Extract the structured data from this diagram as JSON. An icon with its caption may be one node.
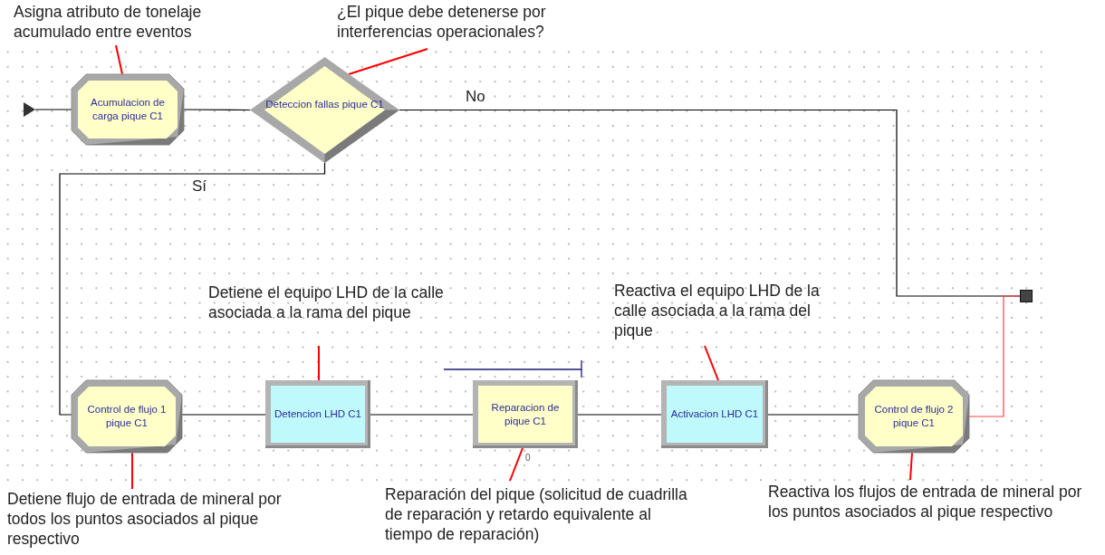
{
  "diagram": {
    "nodes": [
      {
        "text": [
          "Asigna atributo de tonelaje acumulado entre eventos"
        ]
      },
      {
        "text": [
          "¿El pique debe detenerse por interferencias operacionales?"
        ]
      },
      {
        "text": [],
        "shape": "triangle"
      },
      {
        "text": [
          "Acumulacion de carga pique C1"
        ]
      },
      {
        "text": [
          "Deteccion fallas pique C1"
        ]
      },
      {
        "text": [],
        "shape": "box"
      },
      {
        "text": [
          "Detiene el equipo LHD de la calle asociada a la rama del pique"
        ]
      },
      {
        "text": [
          "Reactiva el equipo LHD de la calle asociada a la rama del pique"
        ]
      },
      {
        "text": [
          "Control de flujo 1 pique C1"
        ]
      },
      {
        "text": [
          "Detencion LHD C1"
        ]
      },
      {
        "text": [
          "Reparacion de pique C1"
        ]
      },
      {
        "text": [
          "Activacion LHD C1"
        ]
      },
      {
        "text": [
          "Control de flujo 2 pique C1"
        ]
      },
      {
        "text": [
          "Detiene flujo de entrada de mineral por todos los puntos asociados al pique respectivo"
        ]
      },
      {
        "text": [
          "Reparación del pique (solicitud de cuadrilla de reparación y retardo equivalente al tiempo de reparación)"
        ]
      },
      {
        "text": [
          "Reactiva los flujos de entrada de mineral por los puntos asociados al pique respectivo"
        ]
      }
    ],
    "edges": [
      {
        "from": 2,
        "to": 3,
        "arrow": "none"
      },
      {
        "from": 3,
        "to": 4,
        "arrow": "none"
      },
      {
        "from": 4,
        "to": 5,
        "arrow": "none",
        "label": "No"
      },
      {
        "from": 4,
        "to": 8,
        "arrow": "none",
        "label": "Sí"
      },
      {
        "from": 8,
        "to": 9,
        "arrow": "none"
      },
      {
        "from": 9,
        "to": 10,
        "arrow": "none"
      },
      {
        "from": 10,
        "to": 11,
        "arrow": "none"
      },
      {
        "from": 11,
        "to": 12,
        "arrow": "none"
      },
      {
        "from": 12,
        "to": 5,
        "arrow": "none",
        "color": "#ff4040"
      },
      {
        "from": 0,
        "to": 3,
        "arrow": "none",
        "color": "#ff0000"
      },
      {
        "from": 1,
        "to": 4,
        "arrow": "none",
        "color": "#ff0000"
      },
      {
        "from": 6,
        "to": 9,
        "arrow": "none",
        "color": "#ff0000"
      },
      {
        "from": 7,
        "to": 11,
        "arrow": "none",
        "color": "#ff0000"
      },
      {
        "from": 13,
        "to": 8,
        "arrow": "none",
        "color": "#ff0000"
      },
      {
        "from": 14,
        "to": 10,
        "arrow": "none",
        "color": "#ff0000"
      },
      {
        "from": 15,
        "to": 12,
        "arrow": "none",
        "color": "#ff0000"
      }
    ],
    "labels": [
      "0"
    ]
  }
}
